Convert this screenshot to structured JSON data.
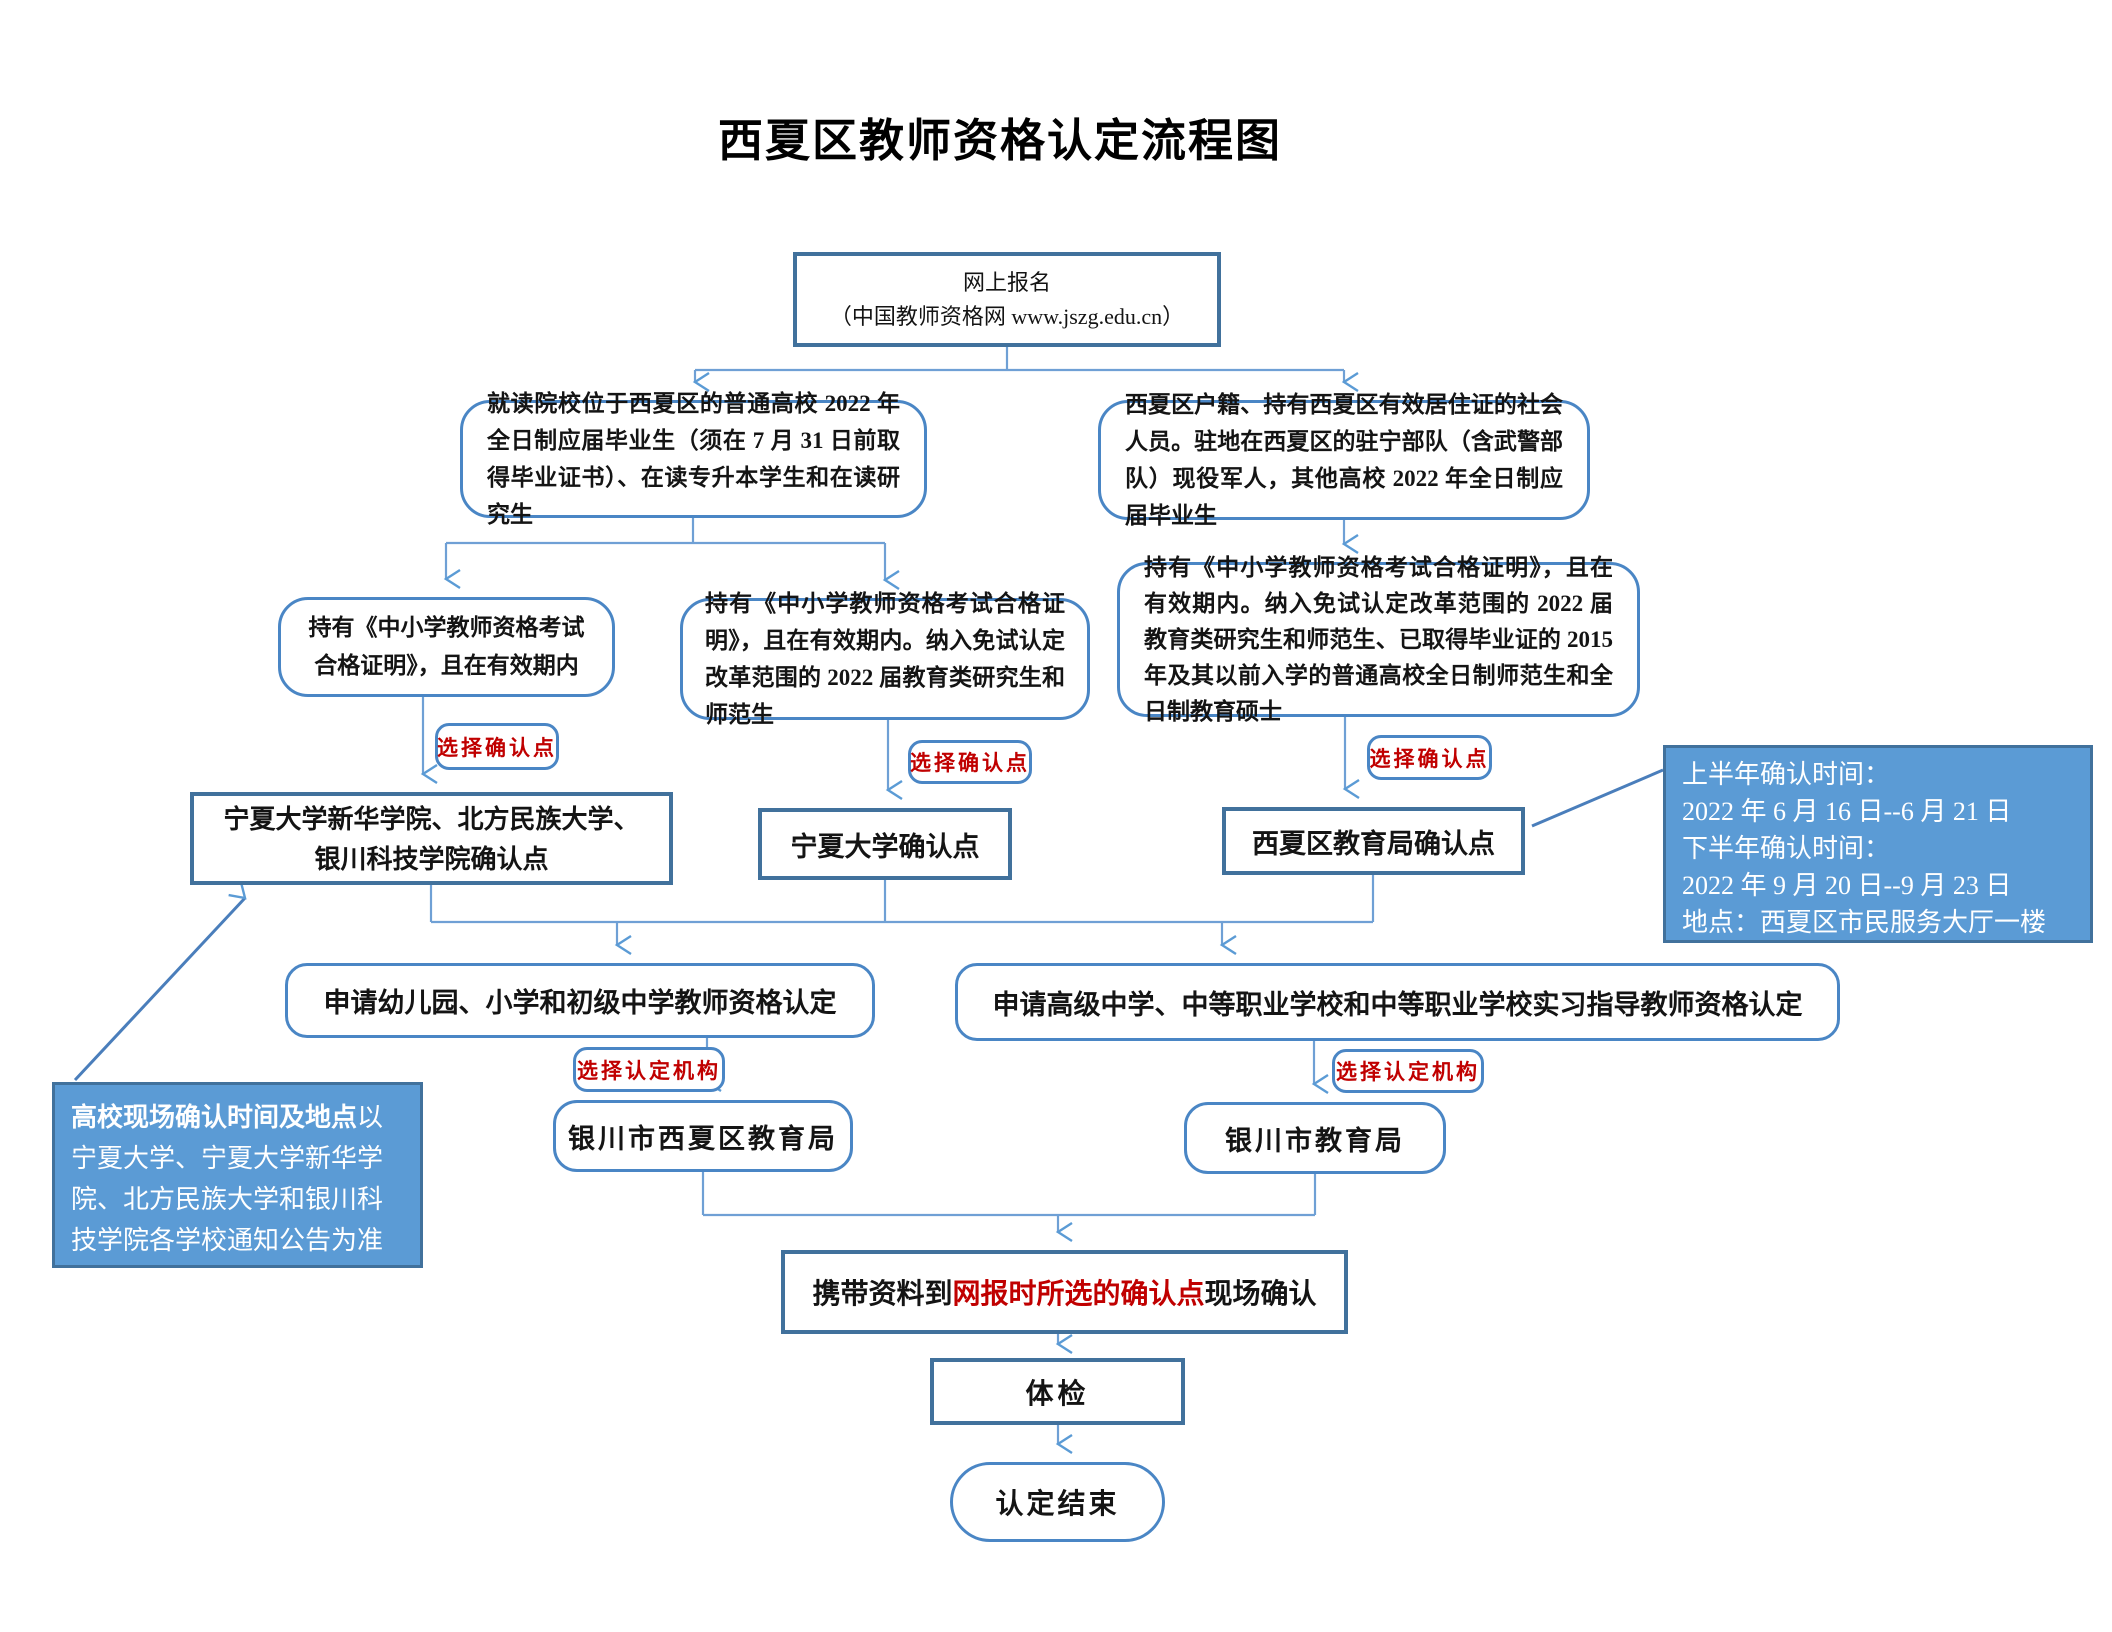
{
  "title": "西夏区教师资格认定流程图",
  "colors": {
    "accent": "#5B9BD5",
    "box_border": "#41719C",
    "rounded_border": "#4a86c5",
    "red_text": "#C00000",
    "callout_fill": "#5B9BD5"
  },
  "nodes": {
    "start": {
      "line1": "网上报名",
      "line2": "（中国教师资格网 www.jszg.edu.cn）"
    },
    "branch_left": "就读院校位于西夏区的普通高校 2022 年全日制应届毕业生（须在 7 月 31 日前取得毕业证书）、在读专升本学生和在读研究生",
    "branch_right": "西夏区户籍、持有西夏区有效居住证的社会人员。驻地在西夏区的驻宁部队（含武警部队）现役军人，其他高校 2022 年全日制应届毕业生",
    "cond_a": "持有《中小学教师资格考试合格证明》，且在有效期内",
    "cond_b": "持有《中小学教师资格考试合格证明》，且在有效期内。纳入免试认定改革范围的 2022 届教育类研究生和师范生",
    "cond_c": "持有《中小学教师资格考试合格证明》，且在有效期内。纳入免试认定改革范围的 2022 届教育类研究生和师范生、已取得毕业证的 2015 年及其以前入学的普通高校全日制师范生和全日制教育硕士",
    "confirm_1": {
      "line1": "宁夏大学新华学院、北方民族大学、",
      "line2": "银川科技学院确认点"
    },
    "confirm_2": "宁夏大学确认点",
    "confirm_3": "西夏区教育局确认点",
    "apply_left": "申请幼儿园、小学和初级中学教师资格认定",
    "apply_right": "申请高级中学、中等职业学校和中等职业学校实习指导教师资格认定",
    "bureau_left": "银川市西夏区教育局",
    "bureau_right": "银川市教育局",
    "onsite": {
      "prefix": "携带资料到",
      "highlight": "网报时所选的确认点",
      "suffix": "现场确认"
    },
    "physical": "体检",
    "end": "认定结束"
  },
  "edge_labels": {
    "choose_point": "选择确认点",
    "choose_org": "选择认定机构"
  },
  "callout_right": {
    "lines": [
      "上半年确认时间：",
      "2022 年 6 月 16 日--6 月 21 日",
      "下半年确认时间：",
      "2022 年 9 月 20 日--9 月 23 日",
      "地点：西夏区市民服务大厅一楼"
    ]
  },
  "callout_left": {
    "bold": "高校现场确认时间及地点",
    "rest": "以宁夏大学、宁夏大学新华学院、北方民族大学和银川科技学院各学校通知公告为准"
  }
}
